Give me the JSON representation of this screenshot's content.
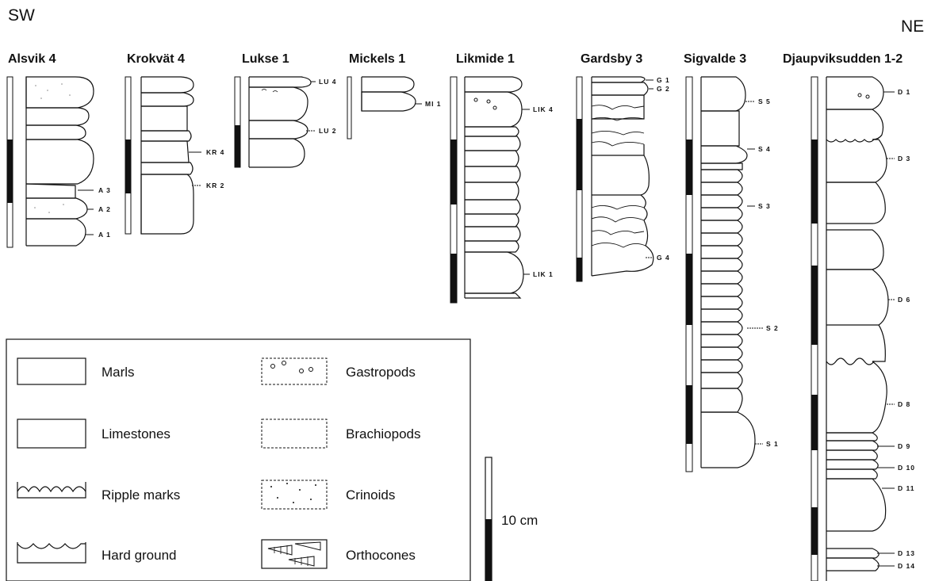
{
  "orientation": {
    "left": "SW",
    "right": "NE"
  },
  "sections": [
    {
      "name": "Alsvik 4",
      "samples": [
        "A 3",
        "A 2",
        "A 1"
      ]
    },
    {
      "name": "Krokvät 4",
      "samples": [
        "KR 4",
        "KR 2"
      ]
    },
    {
      "name": "Lukse 1",
      "samples": [
        "LU 4",
        "LU 2"
      ]
    },
    {
      "name": "Mickels 1",
      "samples": [
        "MI 1"
      ]
    },
    {
      "name": "Likmide 1",
      "samples": [
        "LIK 4",
        "LIK 1"
      ]
    },
    {
      "name": "Gardsby 3",
      "samples": [
        "G 1",
        "G 2",
        "G 4"
      ]
    },
    {
      "name": "Sigvalde 3",
      "samples": [
        "S 5",
        "S 4",
        "S 3",
        "S 2",
        "S 1"
      ]
    },
    {
      "name": "Djaupviksudden 1-2",
      "samples": [
        "D 1",
        "D 3",
        "D 6",
        "D 8",
        "D 9",
        "D 10",
        "D 11",
        "D 13",
        "D 14"
      ]
    }
  ],
  "legend": {
    "left": [
      {
        "label": "Marls",
        "symbol": "marls-icon"
      },
      {
        "label": "Limestones",
        "symbol": "limestone-icon"
      },
      {
        "label": "Ripple marks",
        "symbol": "ripple-marks-icon"
      },
      {
        "label": "Hard ground",
        "symbol": "hard-ground-icon"
      }
    ],
    "right": [
      {
        "label": "Gastropods",
        "symbol": "gastropods-icon"
      },
      {
        "label": "Brachiopods",
        "symbol": "brachiopods-icon"
      },
      {
        "label": "Crinoids",
        "symbol": "crinoids-icon"
      },
      {
        "label": "Orthocones",
        "symbol": "orthocones-icon"
      }
    ]
  },
  "scale": {
    "label": "10 cm"
  }
}
